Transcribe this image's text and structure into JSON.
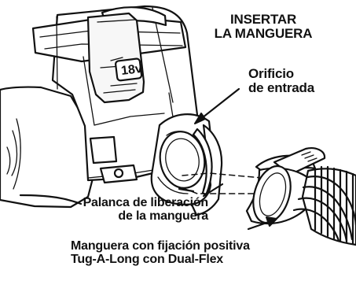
{
  "title": {
    "line1": "INSERTAR",
    "line2": "LA MANGUERA"
  },
  "callouts": {
    "inlet": {
      "line1": "Orificio",
      "line2": "de entrada"
    },
    "release_lever": {
      "line1": "Palanca de liberación",
      "line2": "de la manguera"
    },
    "hose": {
      "line1": "Manguera con fijación positiva",
      "line2": "Tug-A-Long con Dual-Flex"
    }
  },
  "battery": {
    "voltage": "18v"
  },
  "icons": {
    "vacuum": "vacuum-illustration",
    "hose": "hose-illustration",
    "arrow": "pointer-arrow"
  },
  "colors": {
    "ink": "#111111",
    "paper": "#ffffff"
  }
}
